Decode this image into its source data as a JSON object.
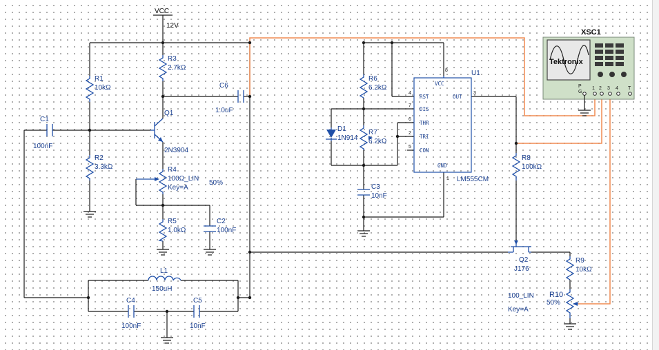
{
  "vcc": {
    "label": "VCC",
    "voltage": "12V"
  },
  "resistors": {
    "r1": {
      "ref": "R1",
      "value": "10kΩ"
    },
    "r2": {
      "ref": "R2",
      "value": "3.3kΩ"
    },
    "r3": {
      "ref": "R3",
      "value": "2.7kΩ"
    },
    "r5": {
      "ref": "R5",
      "value": "1.0kΩ"
    },
    "r6": {
      "ref": "R6",
      "value": "6.2kΩ"
    },
    "r7": {
      "ref": "R7",
      "value": "6.2kΩ"
    },
    "r8": {
      "ref": "R8",
      "value": "100kΩ"
    },
    "r9": {
      "ref": "R9",
      "value": "10kΩ"
    }
  },
  "potentiometers": {
    "r4": {
      "ref": "R4",
      "value": "100Ω_LIN",
      "key": "Key=A",
      "setting": "50%"
    },
    "r10": {
      "ref": "R10",
      "value": "100_LIN",
      "key": "Key=A",
      "setting": "50%"
    }
  },
  "capacitors": {
    "c1": {
      "ref": "C1",
      "value": "100nF"
    },
    "c2": {
      "ref": "C2",
      "value": "100nF"
    },
    "c3": {
      "ref": "C3",
      "value": "10nF"
    },
    "c4": {
      "ref": "C4",
      "value": "100nF"
    },
    "c5": {
      "ref": "C5",
      "value": "10nF"
    },
    "c6": {
      "ref": "C6",
      "value": "1.0uF"
    }
  },
  "inductor": {
    "ref": "L1",
    "value": "150uH"
  },
  "transistor": {
    "ref": "Q1",
    "part": "2N3904"
  },
  "jfet": {
    "ref": "Q2",
    "part": "J176"
  },
  "diode": {
    "ref": "D1",
    "part": "1N914"
  },
  "timer": {
    "ref": "U1",
    "part": "LM555CM",
    "pins": {
      "vcc": "VCC",
      "rst": "RST",
      "dis": "DIS",
      "thr": "THR",
      "tri": "TRI",
      "con": "CON",
      "out": "OUT",
      "gnd": "GND"
    },
    "pin_numbers": {
      "vcc": "8",
      "rst": "4",
      "dis": "7",
      "thr": "6",
      "tri": "2",
      "con": "5",
      "out": "3",
      "gnd": "1"
    }
  },
  "scope": {
    "ref": "XSC1",
    "brand": "Tektronix",
    "terminals": [
      "P",
      "G",
      "1",
      "2",
      "3",
      "4",
      "T"
    ]
  },
  "colors": {
    "wire": "#1a1a1a",
    "probe_wire": "#f08a50",
    "component": "#1f4fa8",
    "label": "#1a3f8f"
  }
}
